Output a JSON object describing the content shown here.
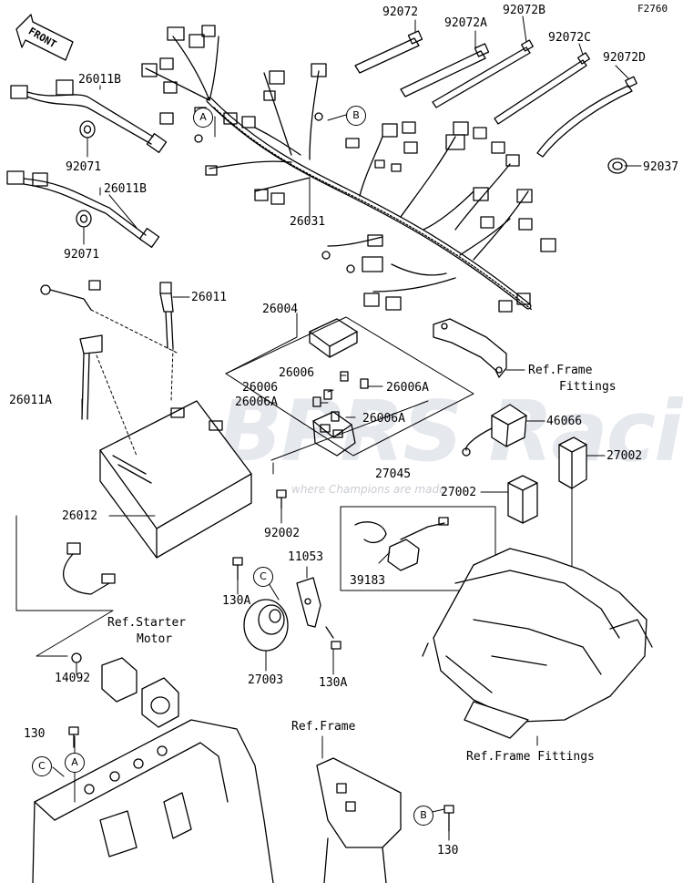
{
  "diagram_code": "F2760",
  "front_arrow_label": "FRONT",
  "watermark": {
    "main": "BPRS Racing",
    "tagline": "where Champions are made"
  },
  "labels": {
    "p92072": "92072",
    "p92072a": "92072A",
    "p92072b": "92072B",
    "p92072c": "92072C",
    "p92072d": "92072D",
    "p92037": "92037",
    "p26011b_1": "26011B",
    "p92071_1": "92071",
    "p26011b_2": "26011B",
    "p92071_2": "92071",
    "p26031": "26031",
    "p26011": "26011",
    "p26004": "26004",
    "p26006_1": "26006",
    "p26006_2": "26006",
    "p26006a_1": "26006A",
    "p26006a_2": "26006A",
    "p26006a_3": "26006A",
    "p26011a": "26011A",
    "ref_frame_fittings_1": "Ref.Frame",
    "ref_frame_fittings_1b": "Fittings",
    "p46066": "46066",
    "p27002_1": "27002",
    "p27002_2": "27002",
    "p27045": "27045",
    "p26012": "26012",
    "p92002": "92002",
    "p11053": "11053",
    "p39183": "39183",
    "p130a_1": "130A",
    "p130a_2": "130A",
    "p27003": "27003",
    "ref_starter_motor_1": "Ref.Starter",
    "ref_starter_motor_2": "Motor",
    "p14092": "14092",
    "p130_1": "130",
    "p130_2": "130",
    "ref_frame": "Ref.Frame",
    "ref_frame_fittings_2": "Ref.Frame Fittings"
  },
  "callouts": {
    "A1": "A",
    "B1": "B",
    "C1": "C",
    "A2": "A",
    "C2": "C",
    "B2": "B"
  }
}
